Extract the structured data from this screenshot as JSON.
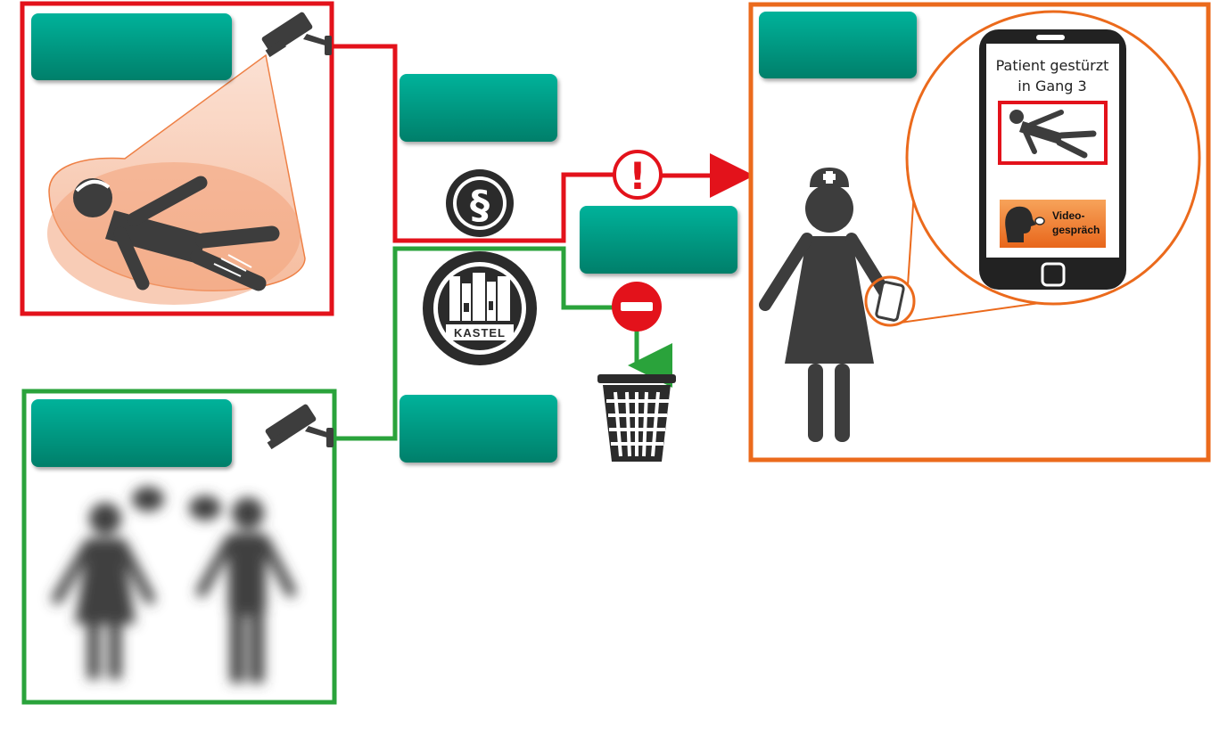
{
  "phone": {
    "message_line1": "Patient gestürzt",
    "message_line2": "in Gang 3",
    "video_button_line1": "Video-",
    "video_button_line2": "gespräch"
  },
  "hub": {
    "logo_text": "KASTEL",
    "rule_symbol": "§"
  },
  "alert": {
    "symbol": "!"
  },
  "labels": [
    "",
    "",
    "",
    "",
    "",
    ""
  ],
  "colors": {
    "alert_red": "#e3121b",
    "ok_green": "#2aa33b",
    "nurse_orange": "#eb6a1c",
    "label_teal": "#00a38a",
    "figure_dark": "#3d3d3d"
  },
  "icons": [
    "cctv-camera-icon",
    "fallen-person-icon",
    "people-talking-icon",
    "gear-icon",
    "paragraph-icon",
    "castle-icon",
    "warning-icon",
    "no-entry-icon",
    "trash-bin-icon",
    "nurse-icon",
    "smartphone-icon",
    "talking-head-icon"
  ]
}
